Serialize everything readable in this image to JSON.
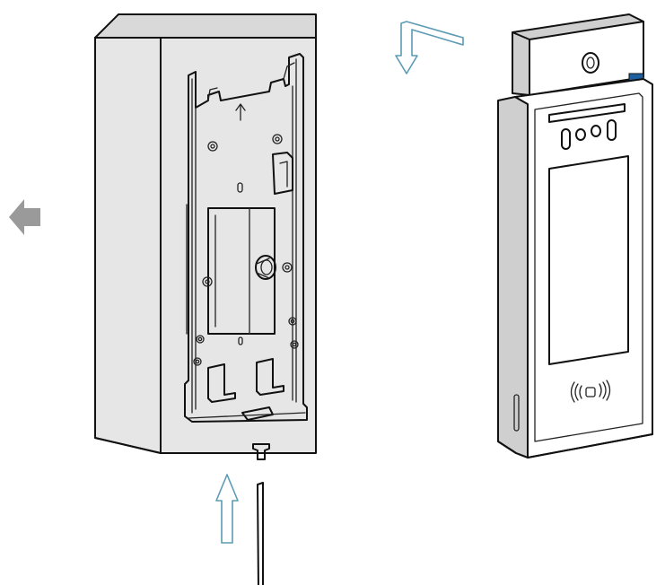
{
  "colors": {
    "box_front": "#e6e6e6",
    "box_top": "#d9d9d9",
    "box_side": "#bcbcbc",
    "device_front": "#ffffff",
    "device_side": "#cfcfcf",
    "arrow_gray": "#9a9a9a",
    "arrow_blue": "#5b9bb3",
    "highlight_blue": "#1f5f9e",
    "highlight_green": "#7ac35a",
    "outline": "#111111"
  },
  "parts": {
    "mounting_box": "surface-mount-box",
    "backplate": "mounting-backplate",
    "device": "access-control-terminal",
    "screw": "fixing-screw",
    "hex_key": "allen-key",
    "nfc_icon": "contactless-card-icon"
  }
}
